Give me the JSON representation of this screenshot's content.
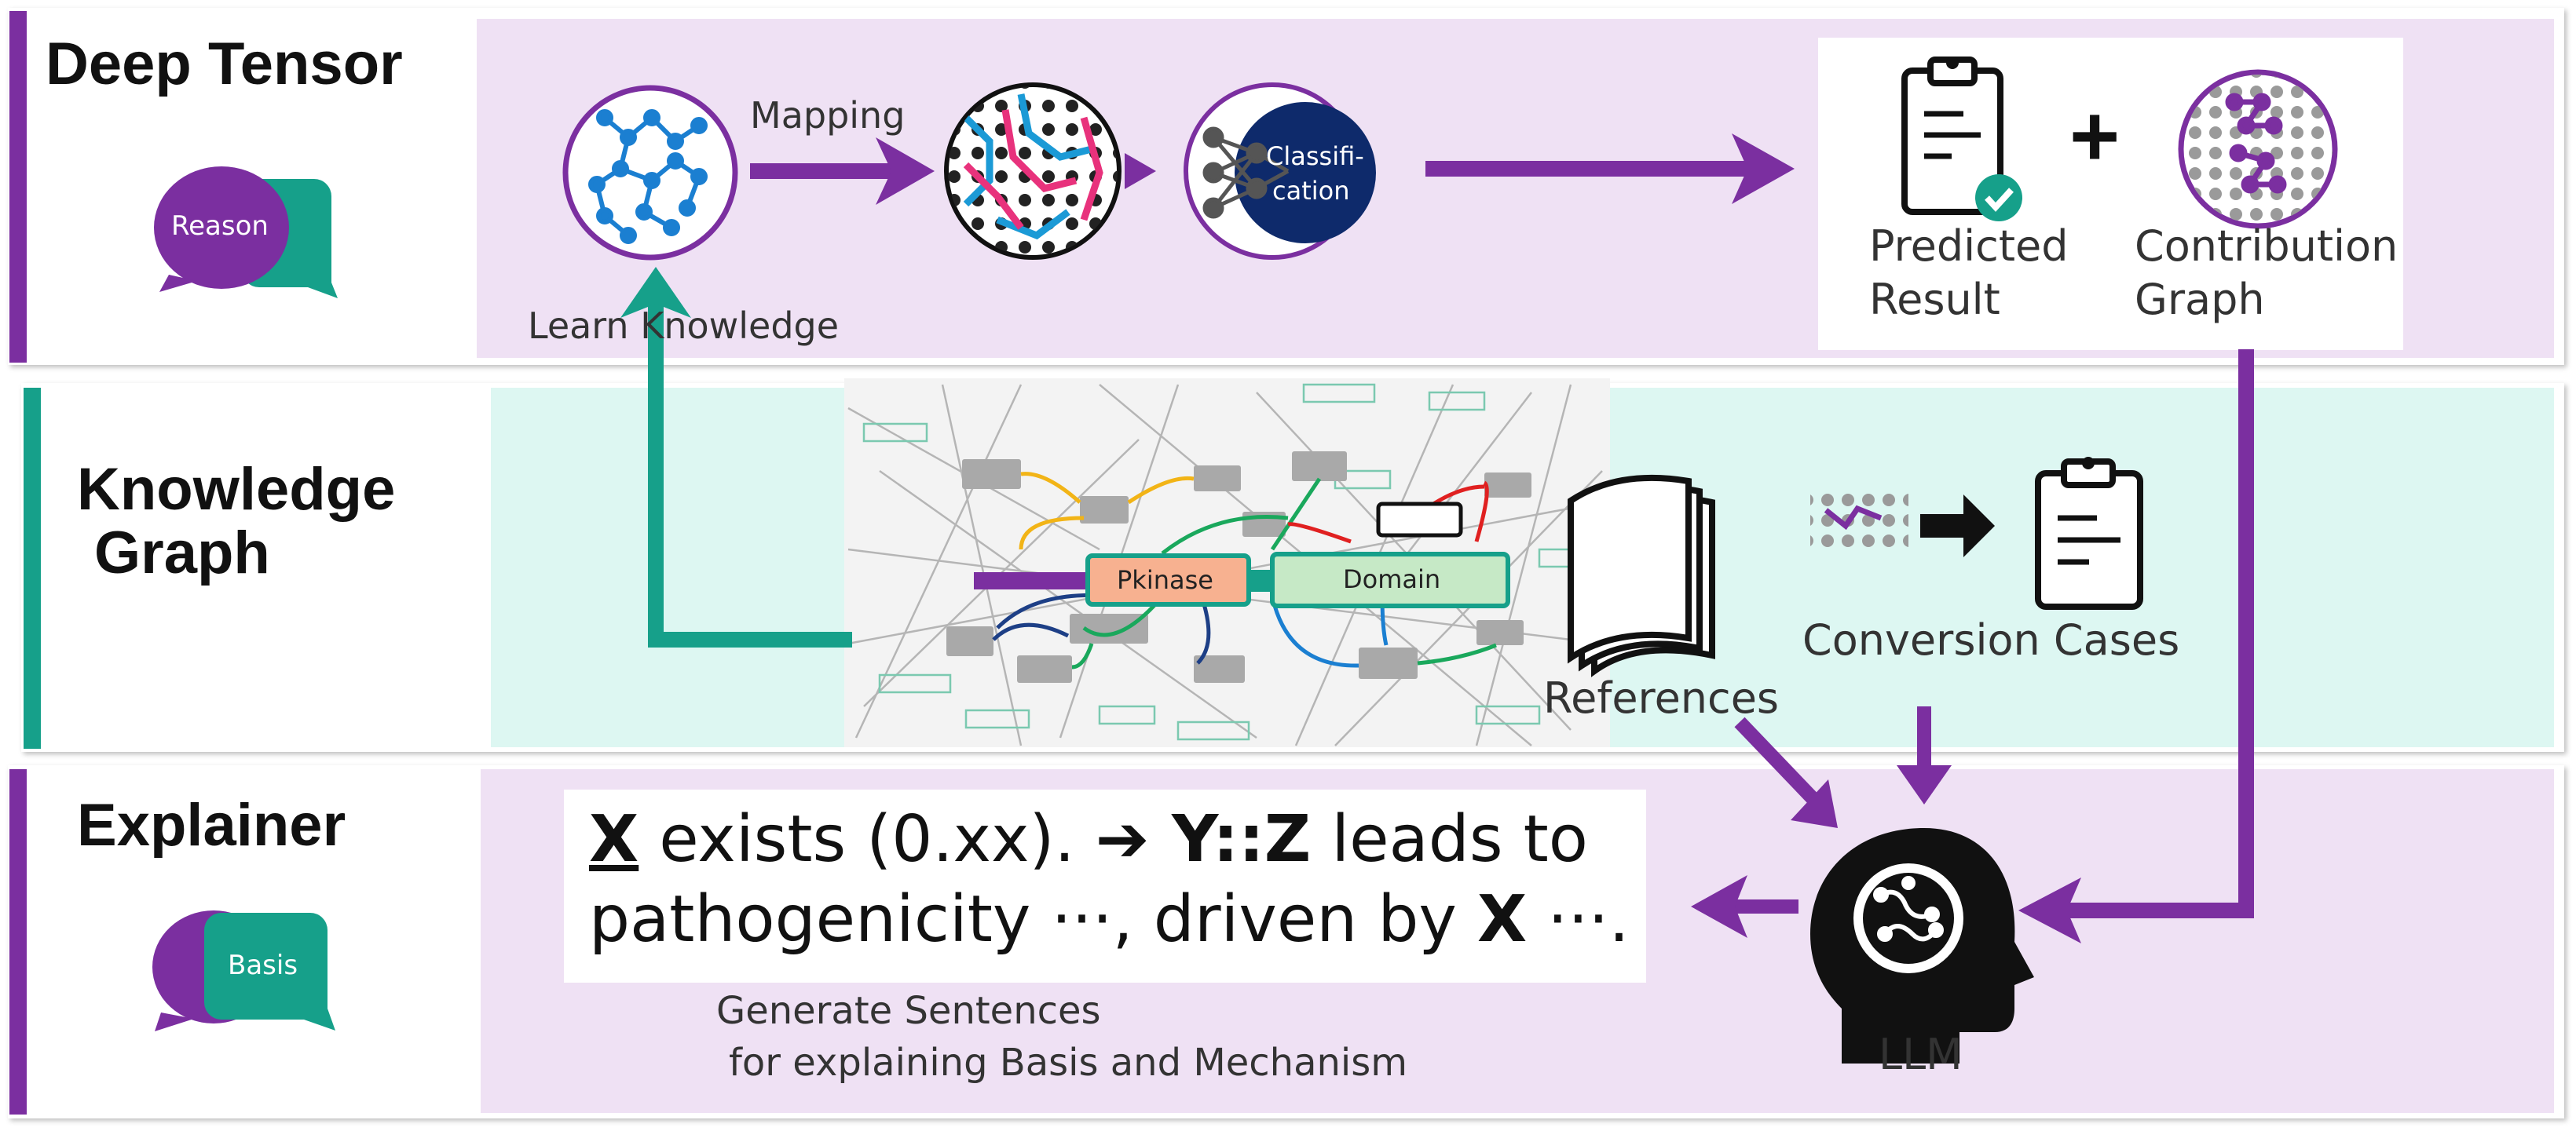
{
  "rows": {
    "deep_tensor": {
      "title": "Deep Tensor",
      "bubble_label": "Reason"
    },
    "knowledge_graph": {
      "title_line1": "Knowledge",
      "title_line2": "Graph"
    },
    "explainer": {
      "title": "Explainer",
      "bubble_label": "Basis"
    }
  },
  "deep_tensor_flow": {
    "mapping_label": "Mapping",
    "learn_label": "Learn Knowledge",
    "classifier_line1": "Classifi-",
    "classifier_line2": "cation",
    "result_line1": "Predicted",
    "result_line2": "Result",
    "plus": "+",
    "contribution_line1": "Contribution",
    "contribution_line2": "Graph"
  },
  "knowledge_graph_panel": {
    "node_pkinase": "Pkinase",
    "node_domain": "Domain",
    "references_label": "References",
    "conversion_label": "Conversion Cases"
  },
  "explainer_panel": {
    "sentence": {
      "x_var": "X",
      "part1": " exists (0.xx). ",
      "arrow": "➔",
      "yz": " Y::Z",
      "part2": " leads to",
      "line2a": "pathogenicity ···, driven by ",
      "x_bold": "X",
      "line2b": " ···."
    },
    "generate_line1": "Generate Sentences",
    "generate_line2": "for explaining Basis and Mechanism",
    "llm_label": "LLM"
  },
  "colors": {
    "purple": "#7b2fa0",
    "teal": "#16a08a",
    "lavender": "#efe1f4",
    "mint": "#ddf7f2"
  },
  "icons": [
    "speech-bubbles-icon",
    "network-node-icon",
    "classification-network-icon",
    "clipboard-check-icon",
    "contribution-graph-icon",
    "book-pages-icon",
    "llm-head-icon"
  ]
}
